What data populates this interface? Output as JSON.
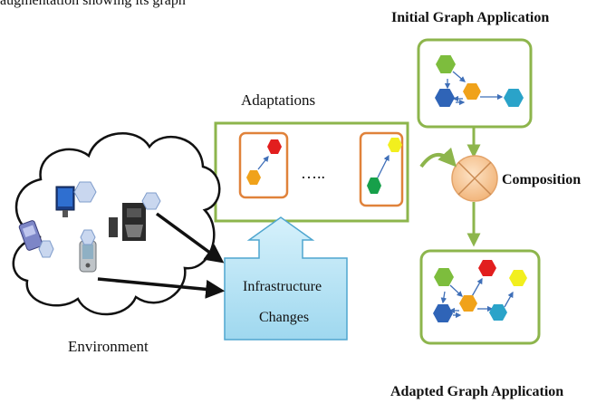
{
  "caption_fragment": "augmentation showing its graph",
  "labels": {
    "initial_graph_application": "Initial Graph Application",
    "adaptations": "Adaptations",
    "ellipsis": "…..",
    "composition": "Composition",
    "infrastructure_changes_line1": "Infrastructure",
    "infrastructure_changes_line2": "Changes",
    "environment": "Environment",
    "adapted_graph_application": "Adapted Graph Application"
  },
  "colors": {
    "frame_green": "#8db54c",
    "adaptation_border": "#e0823a",
    "callout_fill": "#bfe6f4",
    "callout_stroke": "#4fa6cf",
    "composition_circle": "#f6c89a",
    "node_green": "#7dbd3d",
    "node_blue": "#2f64b7",
    "node_orange": "#f0a21a",
    "node_teal": "#2aa3c9",
    "node_red": "#e21e1e",
    "node_yellow": "#f2ef1e",
    "node_dark_green": "#17a04a",
    "arrow_black": "#111111",
    "link_blue": "#3f6fb8",
    "device_hexagon": "#c9d7ef"
  }
}
